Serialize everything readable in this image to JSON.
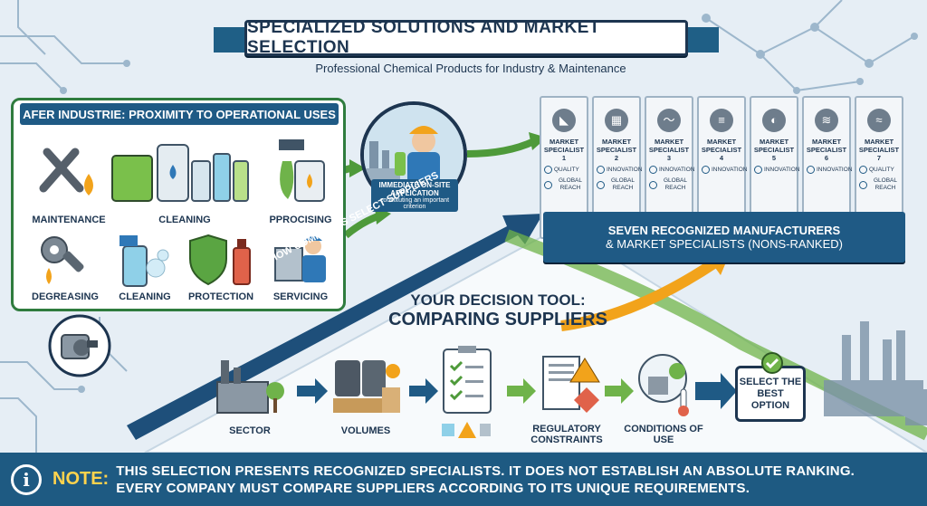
{
  "banner": {
    "title": "SPECIALIZED SOLUTIONS AND MARKET SELECTION",
    "subtitle": "Professional Chemical Products for Industry & Maintenance"
  },
  "left_panel": {
    "title": "AFER INDUSTRIE: PROXIMITY TO OPERATIONAL USES",
    "categories": [
      "MAINTENANCE",
      "CLEANING",
      "PPROCISING",
      "DEGREASING",
      "CLEANING",
      "PROTECTION",
      "SERVICING"
    ]
  },
  "onsite": {
    "title": "IMMEDIATE ON-SITE APPLICATION",
    "subtitle": "constituting an important criterion"
  },
  "specialists": [
    {
      "name": "MARKET SPECIALIST 1",
      "k1": "QUALITY",
      "k2": "GLOBAL REACH"
    },
    {
      "name": "MARKET SPECIALIST 2",
      "k1": "INNOVATION",
      "k2": "GLOBAL REACH"
    },
    {
      "name": "MARKET SPECIALIST 3",
      "k1": "INNOVATION",
      "k2": "GLOBAL REACH"
    },
    {
      "name": "MARKET SPECIALIST 4",
      "k1": "INNOVATION",
      "k2": ""
    },
    {
      "name": "MARKET SPECIALIST 5",
      "k1": "INNOVATION",
      "k2": ""
    },
    {
      "name": "MARKET SPECIALIST 6",
      "k1": "INNOVATION",
      "k2": ""
    },
    {
      "name": "MARKET SPECIALIST 7",
      "k1": "QUALITY",
      "k2": "GLOBAL REACH"
    }
  ],
  "seven": {
    "line1": "SEVEN RECOGNIZED MANUFACTURERS",
    "line2": "& MARKET SPECIALISTS (NONS-RANKED)"
  },
  "arrow_text": "HOW COMPANIES SELECT SUPPLIERS",
  "decision": {
    "line1": "YOUR DECISION TOOL:",
    "line2": "COMPARING SUPPLIERS"
  },
  "steps": [
    "SECTOR",
    "VOLUMES",
    "REGULATORY CONSTRAINTS",
    "CONDITIONS OF USE"
  ],
  "select_option": "SELECT THE BEST OPTION",
  "note": {
    "label": "NOTE:",
    "line1": "THIS SELECTION PRESENTS RECOGNIZED SPECIALISTS. IT DOES NOT ESTABLISH AN ABSOLUTE RANKING.",
    "line2": "EVERY COMPANY MUST COMPARE SUPPLIERS ACCORDING TO ITS UNIQUE REQUIREMENTS.",
    "icon": "info-icon"
  },
  "colors": {
    "navy": "#1d3550",
    "blue": "#1f5a85",
    "green": "#2f7c3e",
    "note_label": "#ffd34d"
  }
}
